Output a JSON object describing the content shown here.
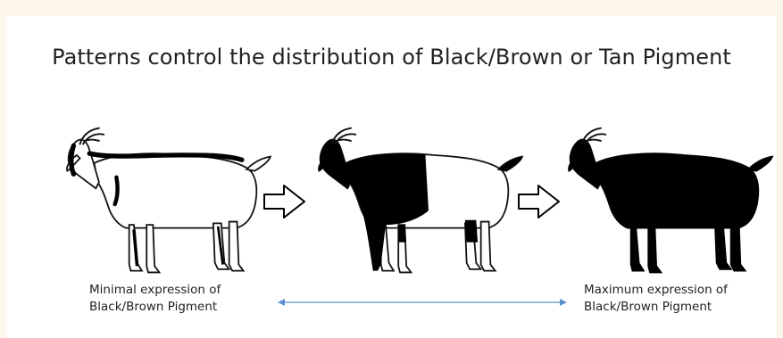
{
  "title": "Patterns control the distribution of Black/Brown or Tan Pigment",
  "captions": {
    "left": [
      "Minimal expression of",
      "Black/Brown Pigment"
    ],
    "right": [
      "Maximum expression of",
      "Black/Brown Pigment"
    ]
  },
  "colors": {
    "background": "#fdf6ea",
    "panel": "#ffffff",
    "pigment": "#000000",
    "range_arrow": "#5b8fd0"
  },
  "icons": [
    "goat-minimal-icon",
    "goat-partial-icon",
    "goat-maximum-icon",
    "right-arrow-icon",
    "double-arrow-icon"
  ]
}
